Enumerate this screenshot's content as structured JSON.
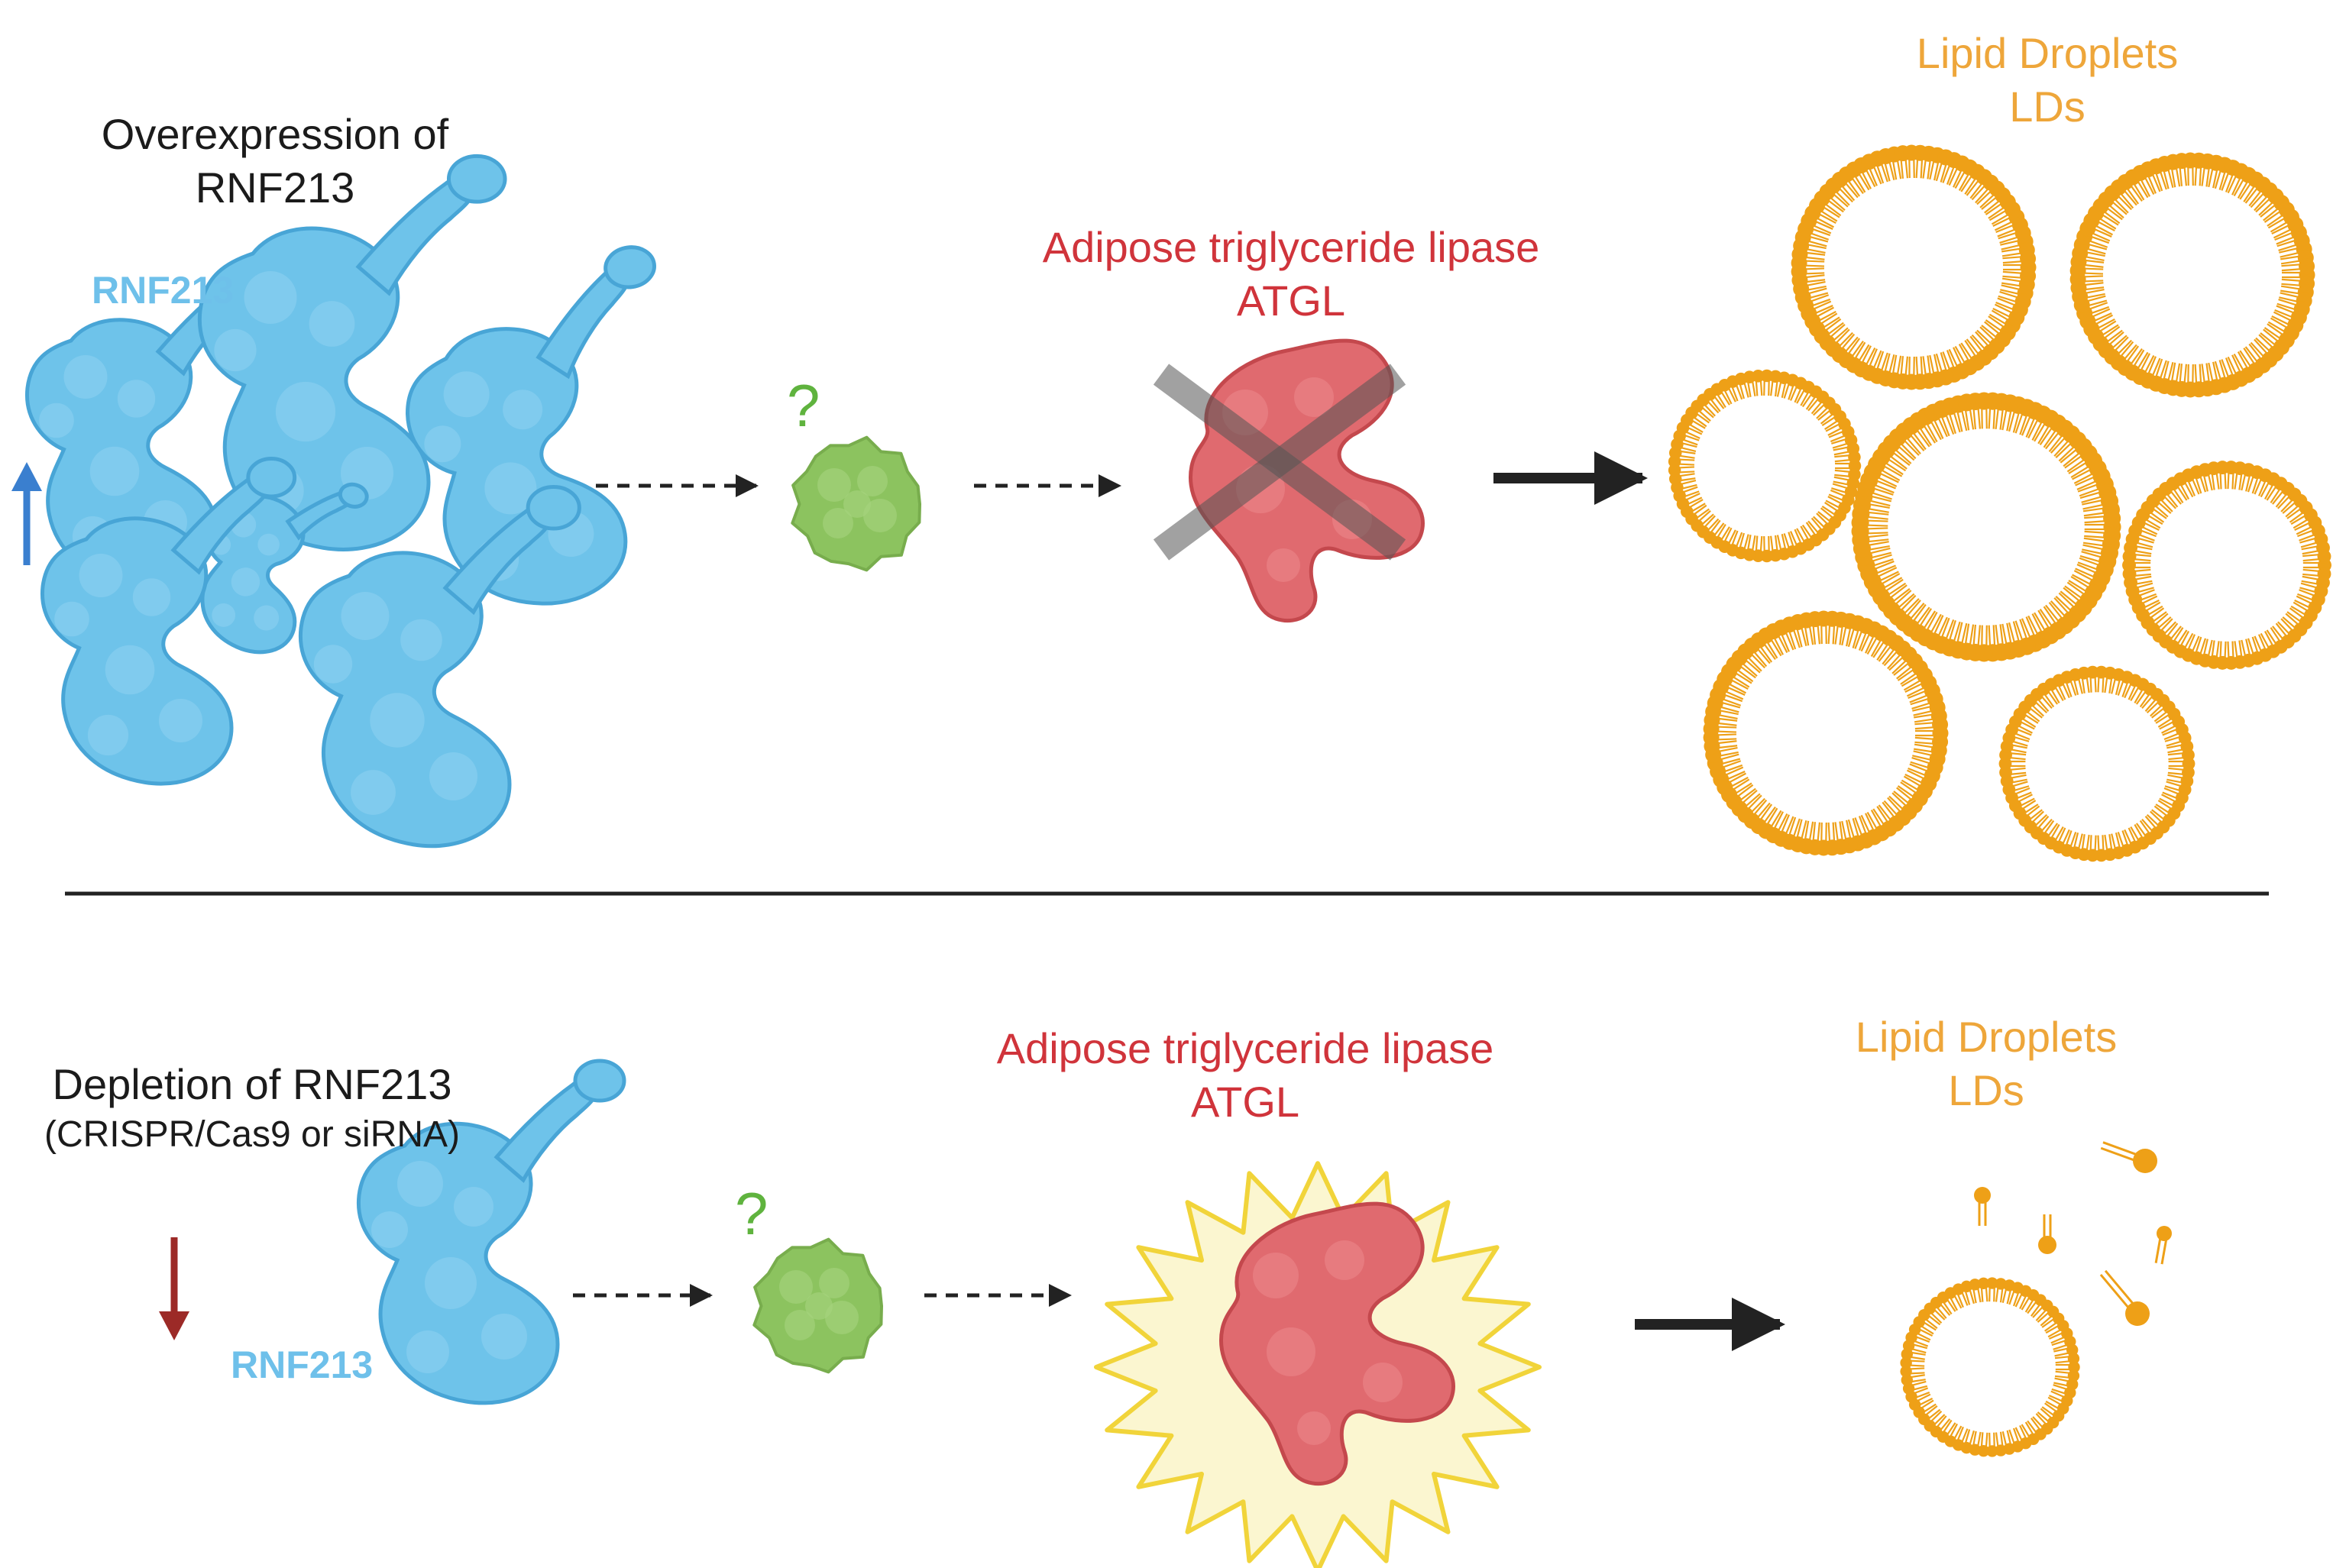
{
  "colors": {
    "rnf213": "#6ec3ea",
    "rnf213_stroke": "#48a5d6",
    "rnf213_label": "#6ec0ea",
    "unknown_protein": "#8cc35f",
    "unknown_label": "#5fb33e",
    "atgl": "#e06a6f",
    "atgl_label": "#d0343b",
    "cross": "#555555",
    "lipid": "#eea017",
    "lipid_label": "#eea63a",
    "burst_fill": "#fbf6d0",
    "burst_stroke": "#f1d43a",
    "up_arrow": "#3a7fcf",
    "down_arrow": "#9c2a27",
    "arrow": "#222222",
    "divider": "#222222"
  },
  "top": {
    "condition_line1": "Overexpression of",
    "condition_line2": "RNF213",
    "rnf213_label": "RNF213",
    "unknown_mark": "?",
    "atgl_line1": "Adipose triglyceride lipase",
    "atgl_line2": "ATGL",
    "ld_line1": "Lipid Droplets",
    "ld_line2": "LDs",
    "indicator": "up-arrow-icon",
    "atgl_state": "inhibited"
  },
  "bottom": {
    "condition_line1": "Depletion of RNF213",
    "condition_line2": "(CRISPR/Cas9 or siRNA)",
    "rnf213_label": "RNF213",
    "unknown_mark": "?",
    "atgl_line1": "Adipose triglyceride lipase",
    "atgl_line2": "ATGL",
    "ld_line1": "Lipid Droplets",
    "ld_line2": "LDs",
    "indicator": "down-arrow-icon",
    "atgl_state": "activated"
  }
}
